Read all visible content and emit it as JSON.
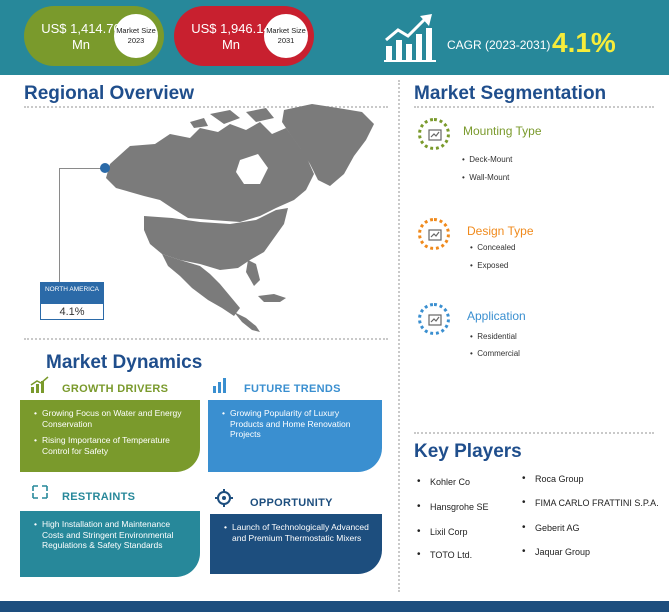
{
  "header": {
    "size_2023": {
      "value": "US$ 1,414.70 Mn",
      "label": "Market Size 2023"
    },
    "size_2031": {
      "value": "US$ 1,946.14 Mn",
      "label": "Market Size 2031"
    },
    "cagr_label": "CAGR (2023-2031)",
    "cagr_value": "4.1%",
    "colors": {
      "header_bg": "#27889a",
      "green": "#7a9a2c",
      "red": "#c8202f",
      "cagr": "#f6ec3a"
    }
  },
  "regional": {
    "title": "Regional Overview",
    "region_label": "NORTH AMERICA",
    "region_value": "4.1%"
  },
  "segmentation": {
    "title": "Market Segmentation",
    "groups": [
      {
        "title": "Mounting Type",
        "color": "#7a9a2c",
        "items": [
          "Deck-Mount",
          "Wall-Mount"
        ]
      },
      {
        "title": "Design Type",
        "color": "#f08a1c",
        "items": [
          "Concealed",
          "Exposed"
        ]
      },
      {
        "title": "Application",
        "color": "#3a8fd0",
        "items": [
          "Residential",
          "Commercial"
        ]
      }
    ]
  },
  "dynamics": {
    "title": "Market Dynamics",
    "growth_drivers": {
      "title": "GROWTH DRIVERS",
      "items": [
        "Growing Focus on Water and Energy Conservation",
        "Rising Importance of Temperature Control for Safety"
      ]
    },
    "future_trends": {
      "title": "FUTURE TRENDS",
      "items": [
        "Growing Popularity of Luxury Products and Home Renovation Projects"
      ]
    },
    "restraints": {
      "title": "RESTRAINTS",
      "items": [
        "High Installation and Maintenance Costs and Stringent Environmental Regulations & Safety Standards"
      ]
    },
    "opportunity": {
      "title": "OPPORTUNITY",
      "items": [
        "Launch of Technologically Advanced and Premium Thermostatic Mixers"
      ]
    }
  },
  "key_players": {
    "title": "Key Players",
    "left": [
      "Kohler Co",
      "Hansgrohe SE",
      "Lixil Corp",
      "TOTO Ltd."
    ],
    "right": [
      "Roca Group",
      "FIMA CARLO FRATTINI S.P.A.",
      "Geberit AG",
      "Jaquar Group"
    ]
  }
}
